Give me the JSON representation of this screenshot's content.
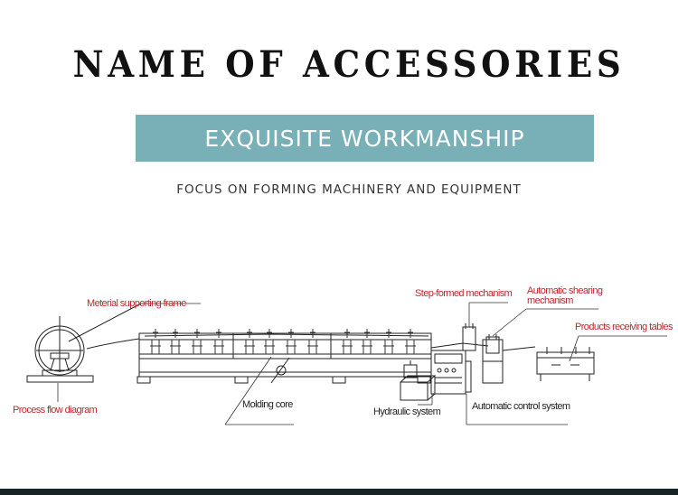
{
  "header": {
    "title": "NAME OF ACCESSORIES",
    "banner": "EXQUISITE WORKMANSHIP",
    "subtitle": "FOCUS ON FORMING MACHINERY AND EQUIPMENT"
  },
  "labels": {
    "material_frame": "Meterial supporting frame",
    "process_flow": "Process flow diagram",
    "molding_core": "Molding core",
    "step_formed": "Step-formed mechanism",
    "shearing_line1": "Automatic shearing",
    "shearing_line2": "mechanism",
    "receiving_tables": "Products receiving tables",
    "hydraulic": "Hydraulic system",
    "control": "Automatic control system"
  },
  "colors": {
    "banner": "#79b0b8",
    "accent": "#c0262d",
    "footer": "#172325",
    "line_art": "#222222"
  }
}
